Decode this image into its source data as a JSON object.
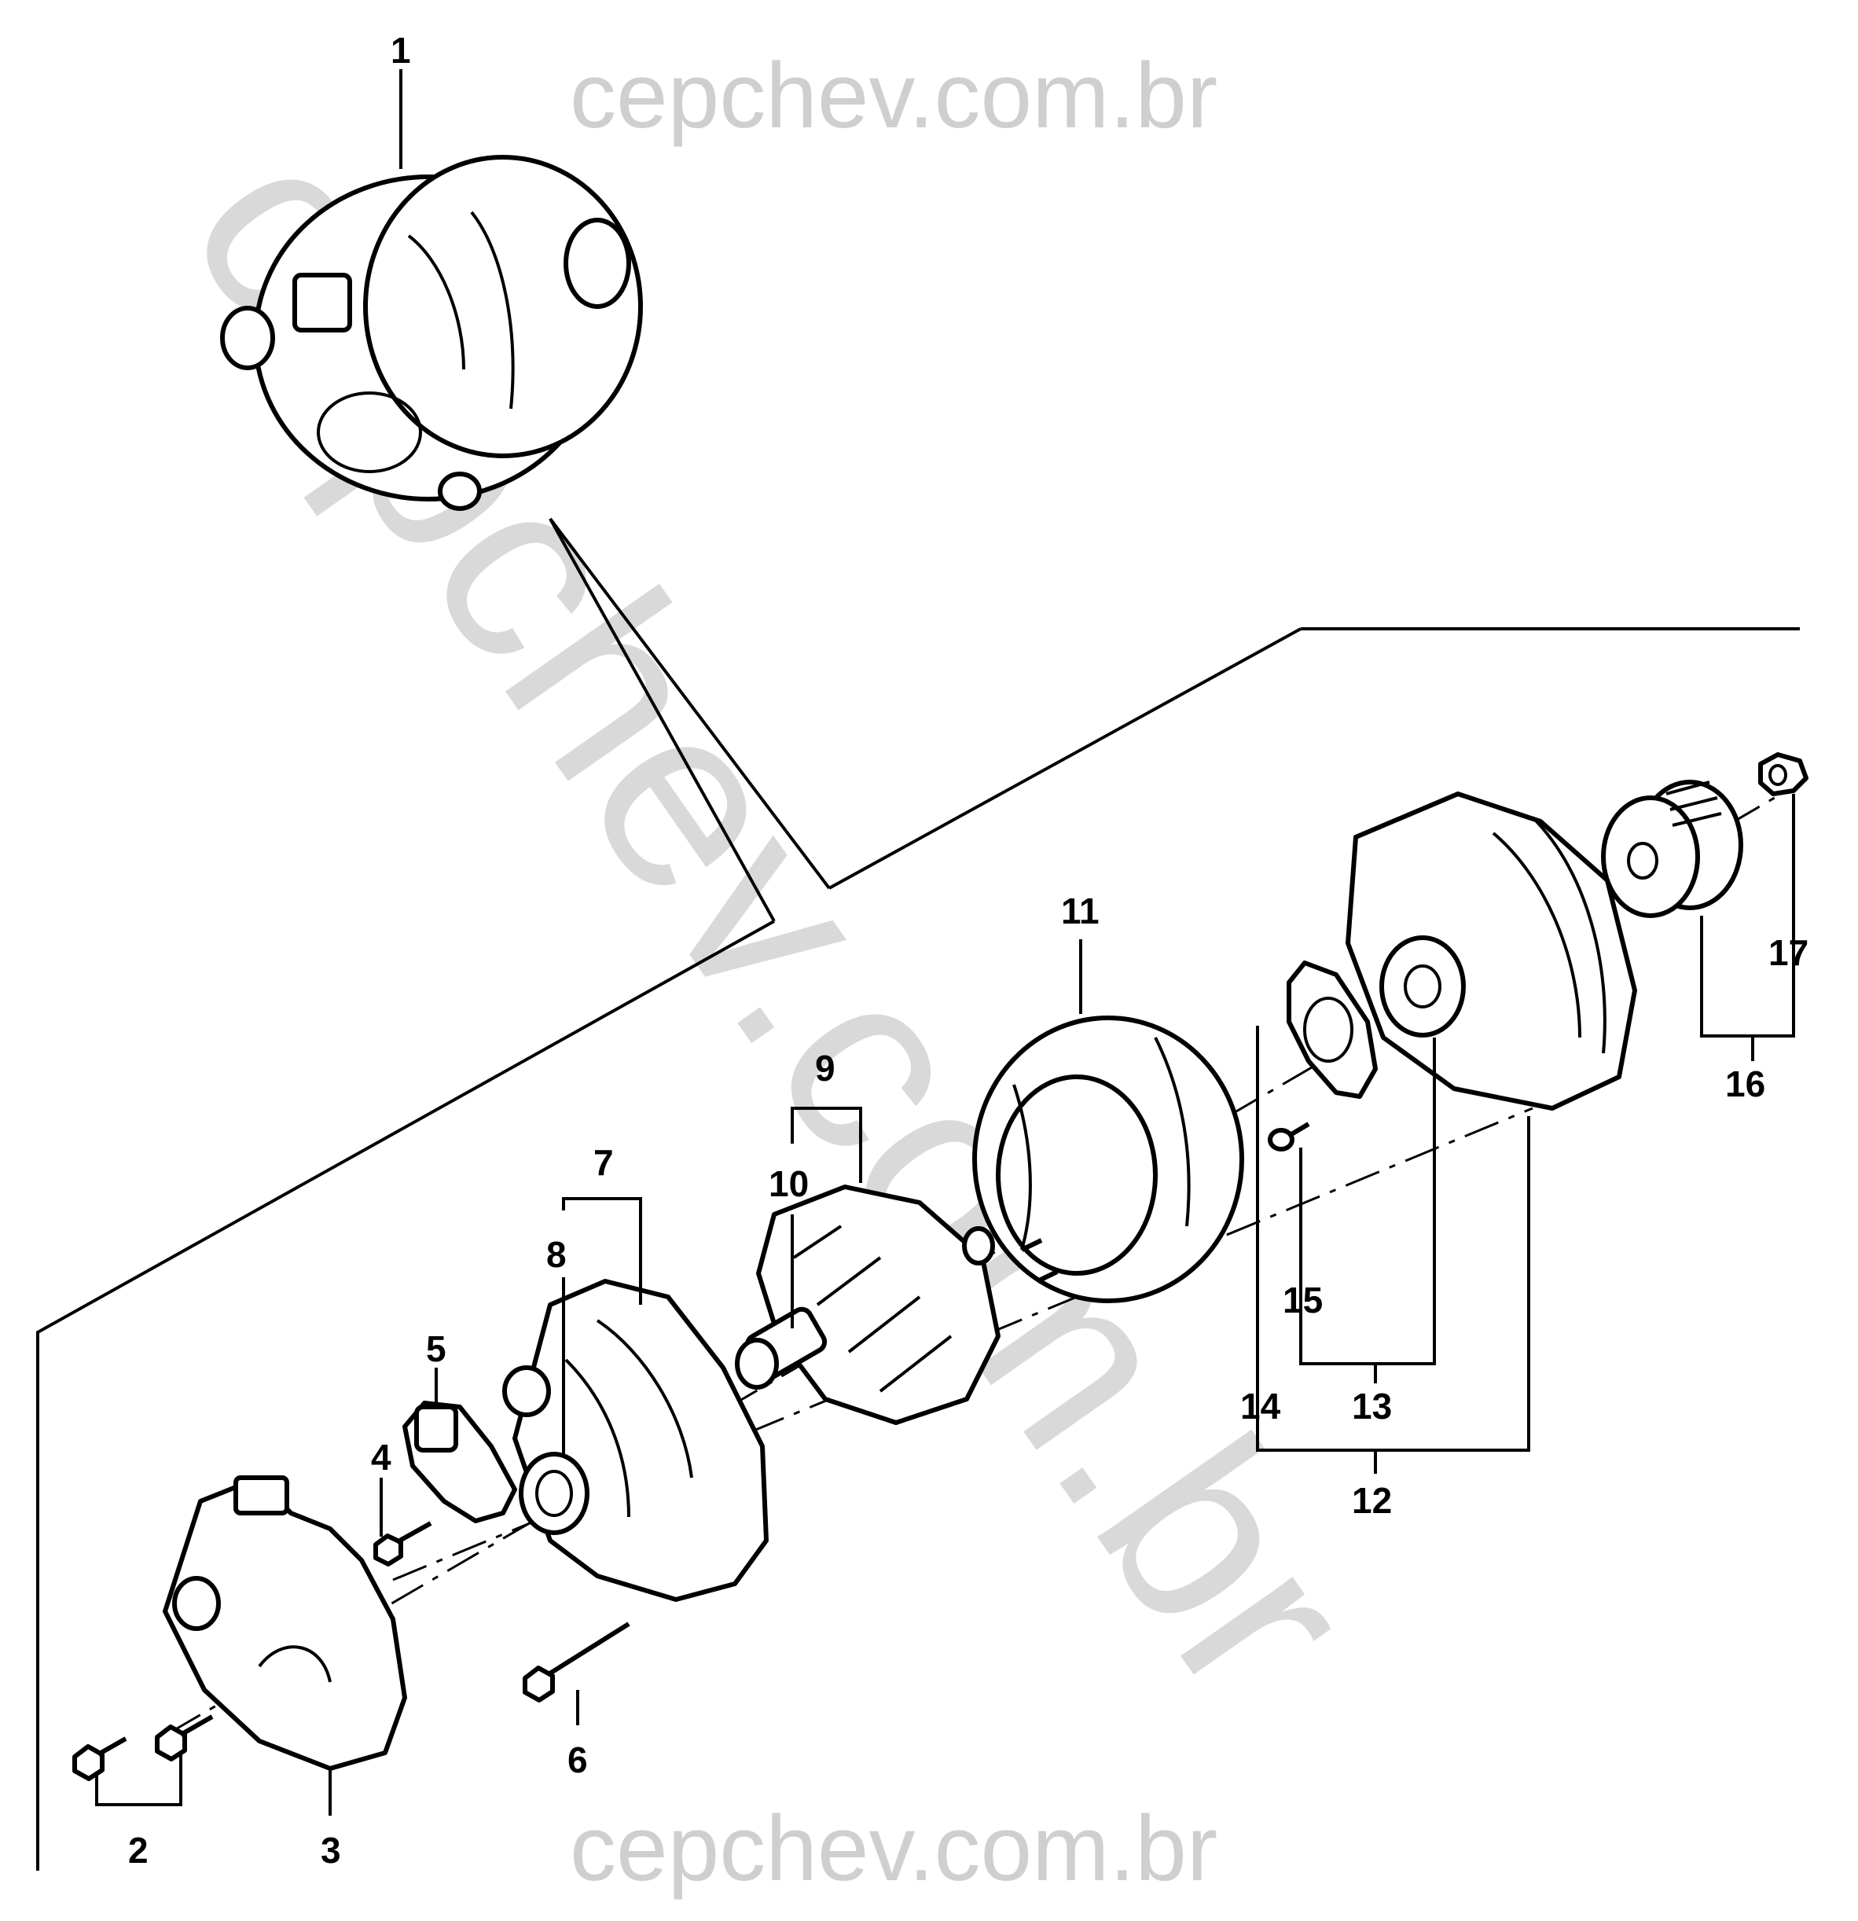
{
  "watermarks": {
    "top": "cepchev.com.br",
    "bottom": "cepchev.com.br",
    "diagonal": "cepchev.com.br"
  },
  "callouts": {
    "c1": "1",
    "c2": "2",
    "c3": "3",
    "c4": "4",
    "c5": "5",
    "c6": "6",
    "c7": "7",
    "c8": "8",
    "c9": "9",
    "c10": "10",
    "c11": "11",
    "c12": "12",
    "c13": "13",
    "c14": "14",
    "c15": "15",
    "c16": "16",
    "c17": "17"
  }
}
